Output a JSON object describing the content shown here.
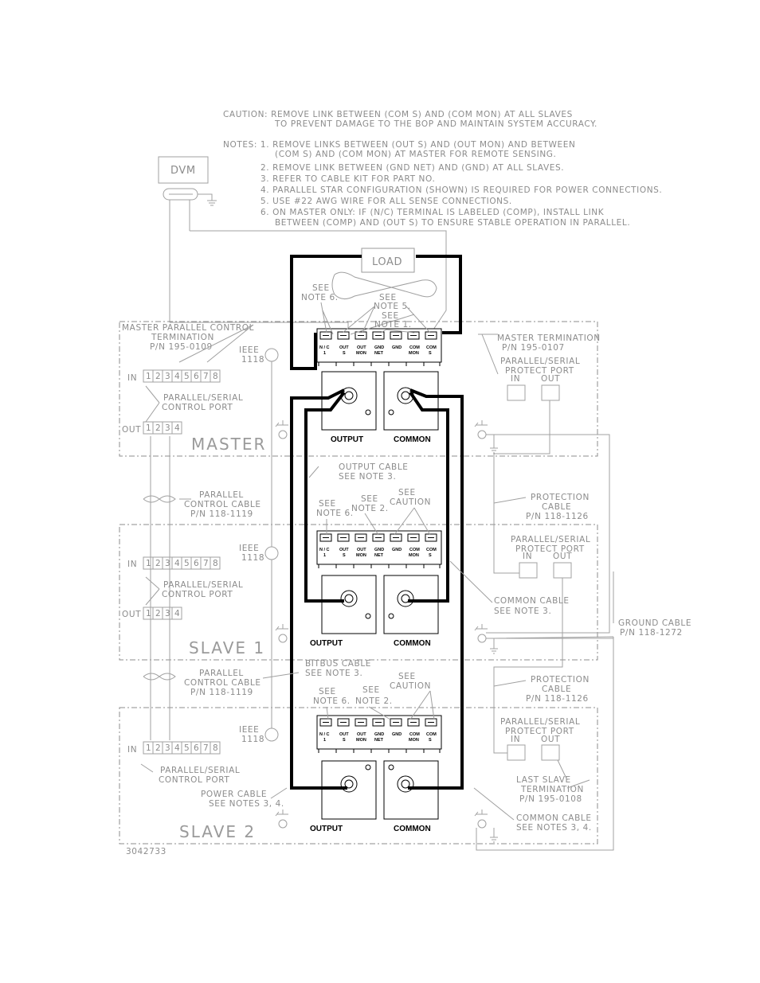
{
  "caution": [
    "CAUTION:  REMOVE LINK BETWEEN (COM S) AND (COM MON) AT ALL SLAVES",
    "TO PREVENT DAMAGE TO THE BOP AND MAINTAIN SYSTEM ACCURACY."
  ],
  "notes": [
    "NOTES:  1.  REMOVE LINKS BETWEEN (OUT S) AND (OUT MON) AND BETWEEN",
    "(COM S) AND (COM MON) AT MASTER FOR REMOTE SENSING.",
    "2.  REMOVE LINK BETWEEN (GND NET) AND (GND) AT ALL SLAVES.",
    "3.  REFER TO CABLE KIT FOR PART NO.",
    "4.  PARALLEL STAR CONFIGURATION (SHOWN)  IS REQUIRED FOR POWER CONNECTIONS.",
    "5.  USE #22 AWG WIRE FOR ALL SENSE CONNECTIONS.",
    "6.  ON MASTER ONLY: IF (N/C) TERMINAL IS LABELED (COMP), INSTALL LINK",
    "BETWEEN (COMP) AND (OUT S) TO ENSURE STABLE OPERATION IN PARALLEL."
  ],
  "dvm": "DVM",
  "load": "LOAD",
  "terminal_top": [
    "N / C",
    "OUT",
    "OUT",
    "GND",
    "GND",
    "COM",
    "COM"
  ],
  "terminal_bottom": [
    "1",
    "S",
    "MON",
    "NET",
    "",
    "MON",
    "S"
  ],
  "units": {
    "master": "MASTER",
    "slave1": "SLAVE  1",
    "slave2": "SLAVE  2"
  },
  "output": "OUTPUT",
  "common": "COMMON",
  "ieee": [
    "IEEE",
    "1118"
  ],
  "port_in": "IN",
  "port_out": "OUT",
  "in_pins": [
    "1",
    "2",
    "3",
    "4",
    "5",
    "6",
    "7",
    "8"
  ],
  "out_pins": [
    "1",
    "2",
    "3",
    "4"
  ],
  "labels": {
    "see_note6": [
      "SEE",
      "NOTE 6."
    ],
    "see_note5": [
      "SEE",
      "NOTE 5."
    ],
    "see_note1": [
      "SEE",
      "NOTE 1."
    ],
    "see_note2": [
      "SEE",
      "NOTE 2."
    ],
    "see_caution": [
      "SEE",
      "CAUTION"
    ],
    "master_parallel_control": [
      "MASTER PARALLEL CONTROL",
      "TERMINATION",
      "P/N 195-0109"
    ],
    "parallel_serial_control_port": [
      "PARALLEL/SERIAL",
      "CONTROL PORT"
    ],
    "master_termination": [
      "MASTER TERMINATION",
      "P/N 195-0107"
    ],
    "parallel_serial_protect_port": [
      "PARALLEL/SERIAL",
      "PROTECT PORT"
    ],
    "output_cable": [
      "OUTPUT CABLE",
      "SEE NOTE 3."
    ],
    "parallel_control_cable_1": [
      "PARALLEL",
      "CONTROL CABLE",
      "P/N 118-1119"
    ],
    "parallel_control_cable_2": [
      "PARALLEL",
      "CONTROL CABLE",
      "P/N 118-1119"
    ],
    "protection_cable_1": [
      "PROTECTION",
      "CABLE",
      "P/N 118-1126"
    ],
    "protection_cable_2": [
      "PROTECTION",
      "CABLE",
      "P/N 118-1126"
    ],
    "common_cable_1": [
      "COMMON CABLE",
      "SEE NOTE 3."
    ],
    "ground_cable": [
      "GROUND CABLE",
      "P/N 118-1272"
    ],
    "bitbus_cable": [
      "BITBUS CABLE",
      "SEE NOTE 3."
    ],
    "see_notes_6_2": [
      "SEE",
      "SEE",
      "NOTE 6.",
      "NOTE 2."
    ],
    "last_slave_termination": [
      "LAST SLAVE",
      "TERMINATION",
      "P/N 195-0108"
    ],
    "power_cable": [
      "POWER CABLE",
      "SEE NOTES 3, 4."
    ],
    "common_cable_2": [
      "COMMON CABLE",
      "SEE NOTES 3, 4."
    ]
  },
  "drawing_number": "3042733"
}
